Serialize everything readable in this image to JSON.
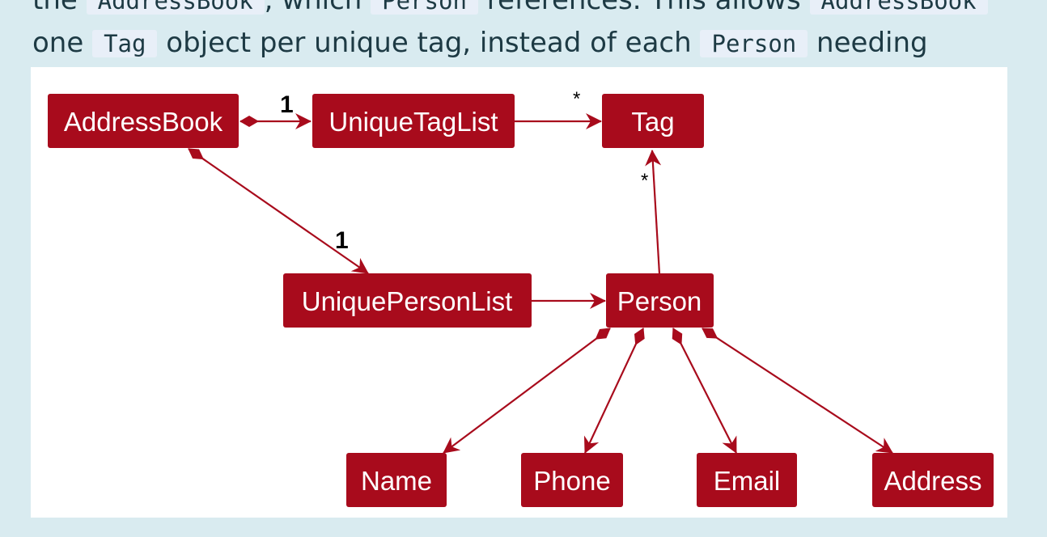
{
  "paragraph": {
    "line1": {
      "text_a": "the ",
      "code_a": "AddressBook",
      "text_b": ", which ",
      "code_b": "Person",
      "text_c": " references. This allows ",
      "code_c": "AddressBook"
    },
    "line2": {
      "text_a": "one ",
      "code_a": "Tag",
      "text_b": " object per unique tag, instead of each ",
      "code_b": "Person",
      "text_c": " needing"
    }
  },
  "diagram": {
    "classes": {
      "address_book": "AddressBook",
      "unique_tag_list": "UniqueTagList",
      "tag": "Tag",
      "unique_person_list": "UniquePersonList",
      "person": "Person",
      "name": "Name",
      "phone": "Phone",
      "email": "Email",
      "address": "Address"
    },
    "multiplicities": {
      "addressbook_to_taglist": "1",
      "taglist_to_tag": "*",
      "person_to_tag": "*",
      "addressbook_to_personlist": "1"
    },
    "colors": {
      "class_fill": "#a80b1c",
      "class_text": "#ffffff",
      "line": "#a80b1c",
      "background": "#ffffff"
    }
  }
}
